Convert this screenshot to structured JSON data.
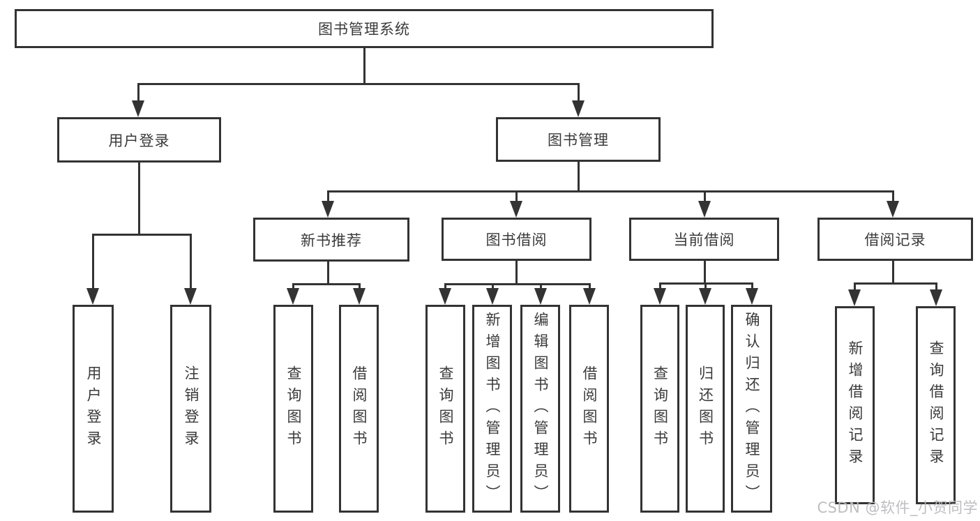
{
  "tree": {
    "root": {
      "label": "图书管理系统"
    },
    "branches": [
      {
        "label": "用户登录",
        "children": [
          {
            "label": "用户登录"
          },
          {
            "label": "注销登录"
          }
        ]
      },
      {
        "label": "图书管理",
        "children": [
          {
            "label": "新书推荐",
            "children": [
              {
                "label": "查询图书"
              },
              {
                "label": "借阅图书"
              }
            ]
          },
          {
            "label": "图书借阅",
            "children": [
              {
                "label": "查询图书"
              },
              {
                "label": "新增图书（管理员）"
              },
              {
                "label": "编辑图书（管理员）"
              },
              {
                "label": "借阅图书"
              }
            ]
          },
          {
            "label": "当前借阅",
            "children": [
              {
                "label": "查询图书"
              },
              {
                "label": "归还图书"
              },
              {
                "label": "确认归还（管理员）"
              }
            ]
          },
          {
            "label": "借阅记录",
            "children": [
              {
                "label": "新增借阅记录"
              },
              {
                "label": "查询借阅记录"
              }
            ]
          }
        ]
      }
    ]
  },
  "watermark": {
    "text": "CSDN @软件_小贺同学"
  },
  "colors": {
    "line": "#333333",
    "text": "#3a3a3a",
    "watermark": "#babABE",
    "background": "#ffffff"
  }
}
